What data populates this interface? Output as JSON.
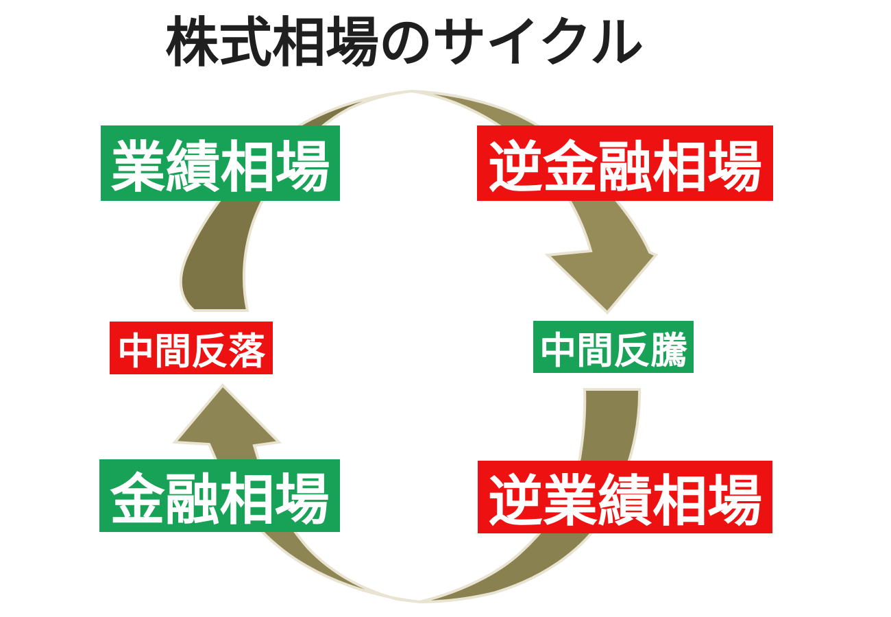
{
  "title": "株式相場のサイクル",
  "colors": {
    "green_label_bg": "#17a257",
    "red_label_bg": "#ee1111",
    "label_text": "#ffffff",
    "title_text": "#1f1f1f",
    "band_top_left": "#7e7546",
    "band_top_right": "#968c5a",
    "band_bottom_right": "#8a8150",
    "band_bottom_left": "#8e8554",
    "band_outline": "#e9e3d1"
  },
  "stages": {
    "top_left": {
      "label": "業績相場",
      "tone": "green"
    },
    "top_right": {
      "label": "逆金融相場",
      "tone": "red"
    },
    "mid_left": {
      "label": "中間反落",
      "tone": "red"
    },
    "mid_right": {
      "label": "中間反騰",
      "tone": "green"
    },
    "bottom_left": {
      "label": "金融相場",
      "tone": "green"
    },
    "bottom_right": {
      "label": "逆業績相場",
      "tone": "red"
    }
  },
  "arrows": {
    "top_left_arc": "arc-band-tapering-to-top-center",
    "top_right_arrow": "arrow-down",
    "bottom_left_arrow": "arrow-up",
    "bottom_right_arc": "arc-band-tapering-to-bottom-center"
  }
}
